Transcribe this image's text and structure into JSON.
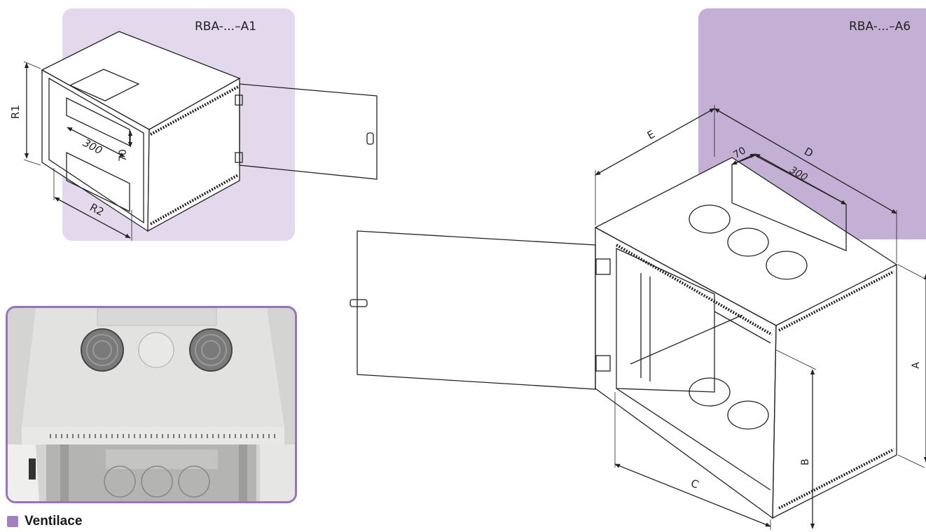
{
  "models": {
    "a1": "RBA-...–A1",
    "a6": "RBA-...–A6"
  },
  "dimensions": {
    "r1": "R1",
    "r2": "R2",
    "a1_slot_width": "300",
    "a1_slot_depth": "70",
    "a": "A",
    "b": "B",
    "c": "C",
    "d": "D",
    "e": "E",
    "a6_slot_depth": "70",
    "a6_slot_width": "300"
  },
  "legend": {
    "label": "Ventilace"
  },
  "colors": {
    "panel_light": "#e3d8ec",
    "panel_dark": "#c4b0d4",
    "accent": "#9a72b8",
    "legend_swatch": "#a280c2"
  }
}
